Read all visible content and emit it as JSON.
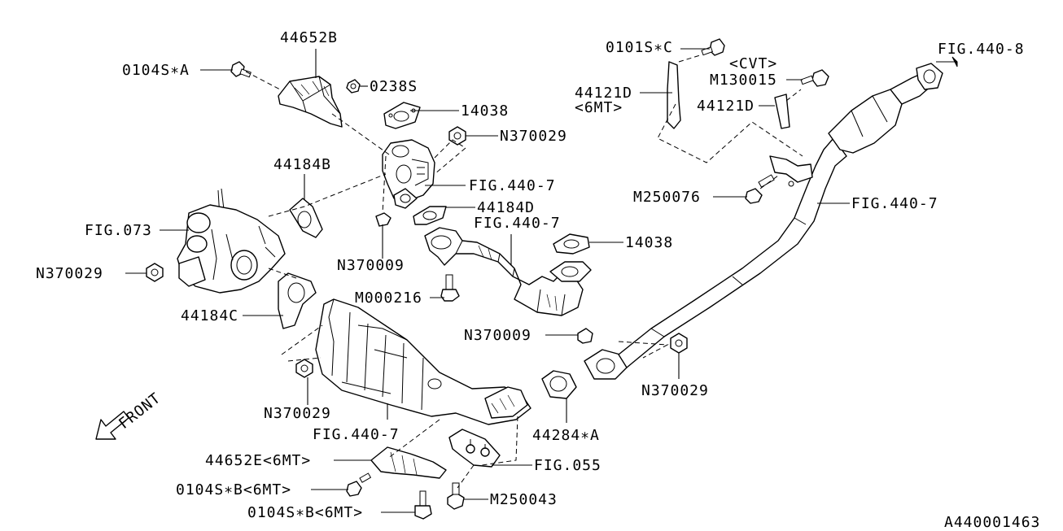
{
  "diagram_id": "A440001463",
  "front_label": "FRONT",
  "callouts": {
    "p44652b": "44652B",
    "p0104s_a": "0104S∗A",
    "p0238s": "0238S",
    "p14038_top": "14038",
    "n370029_top": "N370029",
    "p44184b": "44184B",
    "fig4407_turbo": "FIG.440-7",
    "fig073": "FIG.073",
    "p44184d": "44184D",
    "fig4407_mid": "FIG.440-7",
    "n370029_left": "N370029",
    "n370009_mid": "N370009",
    "m000216": "M000216",
    "p44184c": "44184C",
    "p14038_right": "14038",
    "n370009_right": "N370009",
    "p0101s_c": "0101S∗C",
    "cvt": "<CVT>",
    "m130015": "M130015",
    "p44121d_left": "44121D",
    "mt6": "<6MT>",
    "p44121d_right": "44121D",
    "fig4408": "FIG.440-8",
    "m250076": "M250076",
    "fig4407_pipe": "FIG.440-7",
    "n370029_right": "N370029",
    "n370029_cat": "N370029",
    "fig4407_cat": "FIG.440-7",
    "p44284a": "44284∗A",
    "p44652e": "44652E<6MT>",
    "fig055": "FIG.055",
    "p0104s_b1": "0104S∗B<6MT>",
    "m250043": "M250043",
    "p0104s_b2": "0104S∗B<6MT>"
  }
}
